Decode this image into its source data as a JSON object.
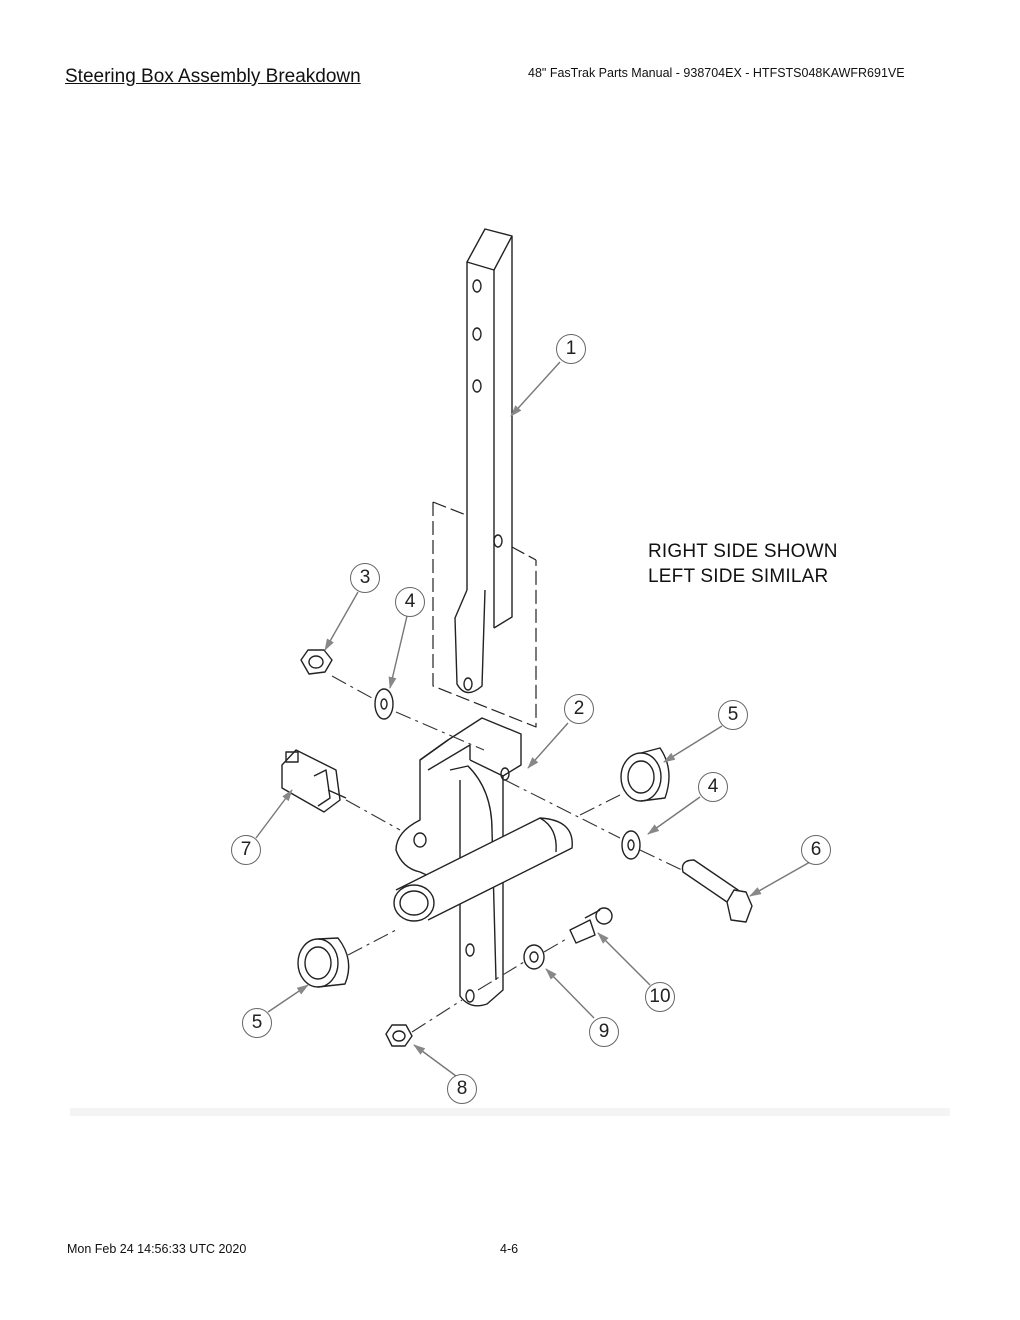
{
  "header": {
    "title": "Steering Box Assembly Breakdown",
    "subtitle": "48\" FasTrak Parts Manual - 938704EX - HTFSTS048KAWFR691VE"
  },
  "diagram": {
    "note_line_1": "RIGHT SIDE SHOWN",
    "note_line_2": "LEFT SIDE SIMILAR",
    "callouts": [
      "1",
      "2",
      "3",
      "4",
      "4",
      "5",
      "5",
      "6",
      "7",
      "8",
      "9",
      "10"
    ]
  },
  "footer": {
    "date": "Mon Feb 24 14:56:33 UTC 2020",
    "page": "4-6"
  }
}
